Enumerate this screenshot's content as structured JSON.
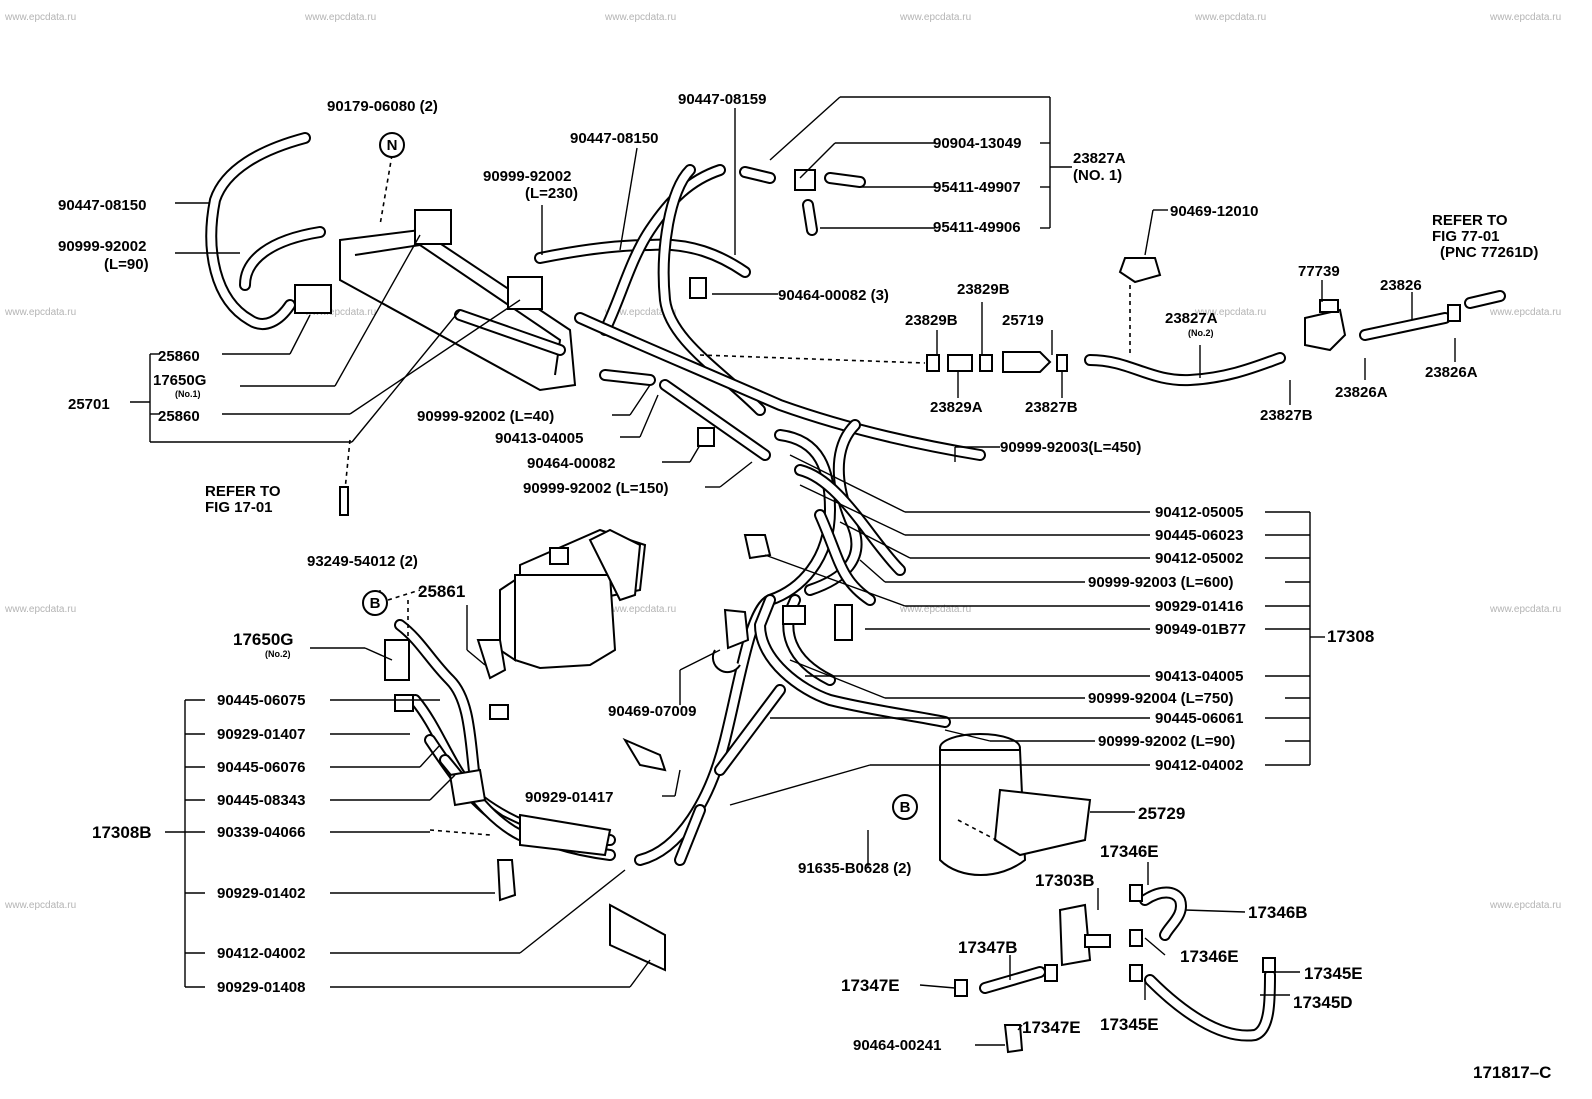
{
  "watermark": "www.epcdata.ru",
  "figure_code": "171817–C",
  "refer_to_1": {
    "line1": "REFER TO",
    "line2": "FIG 17-01"
  },
  "refer_to_2": {
    "line1": "REFER TO",
    "line2": "FIG 77-01",
    "line3": "(PNC 77261D)"
  },
  "circle_labels": {
    "n": "N",
    "b1": "B",
    "b2": "B"
  },
  "labels": {
    "p90179": "90179-06080 (2)",
    "p90447_08150_a": "90447-08150",
    "p90999_92002_l90_a": "90999-92002",
    "p90999_92002_l90_a_len": "(L=90)",
    "p25860_a": "25860",
    "p17650g_1": "17650G",
    "p17650g_1_sub": "(No.1)",
    "p25701": "25701",
    "p25860_b": "25860",
    "p90447_08159": "90447-08159",
    "p90447_08150_b": "90447-08150",
    "p90999_92002_l230": "90999-92002",
    "p90999_92002_l230_len": "(L=230)",
    "p90904": "90904-13049",
    "p95411_49907": "95411-49907",
    "p95411_49906": "95411-49906",
    "p23827a_no1": "23827A",
    "p23827a_no1_sub": "(NO. 1)",
    "p90464_00082_3": "90464-00082 (3)",
    "p90469_12010": "90469-12010",
    "p23829b_a": "23829B",
    "p23829b_b": "23829B",
    "p25719": "25719",
    "p23829a": "23829A",
    "p23827b_a": "23827B",
    "p23827a_no2": "23827A",
    "p23827a_no2_sub": "(No.2)",
    "p77739": "77739",
    "p23826": "23826",
    "p23826a_a": "23826A",
    "p23826a_b": "23826A",
    "p23827b_b": "23827B",
    "p90999_92002_l40": "90999-92002 (L=40)",
    "p90413_04005_a": "90413-04005",
    "p90464_00082": "90464-00082",
    "p90999_92002_l150": "90999-92002 (L=150)",
    "p90999_92003_l450": "90999-92003(L=450)",
    "p90412_05005": "90412-05005",
    "p90445_06023": "90445-06023",
    "p90412_05002": "90412-05002",
    "p90999_92003_l600": "90999-92003 (L=600)",
    "p90929_01416": "90929-01416",
    "p90949_01b77": "90949-01B77",
    "p17308": "17308",
    "p90413_04005_b": "90413-04005",
    "p90999_92004_l750": "90999-92004 (L=750)",
    "p90445_06061": "90445-06061",
    "p90999_92002_l90_b": "90999-92002 (L=90)",
    "p90412_04002_a": "90412-04002",
    "p93249": "93249-54012 (2)",
    "p25861": "25861",
    "p17650g_2": "17650G",
    "p17650g_2_sub": "(No.2)",
    "p90445_06075": "90445-06075",
    "p90929_01407": "90929-01407",
    "p90445_06076": "90445-06076",
    "p90445_08343": "90445-08343",
    "p17308b": "17308B",
    "p90339_04066": "90339-04066",
    "p90929_01402": "90929-01402",
    "p90412_04002_b": "90412-04002",
    "p90929_01408": "90929-01408",
    "p90469_07009": "90469-07009",
    "p90929_01417": "90929-01417",
    "p25729": "25729",
    "p91635": "91635-B0628 (2)",
    "p17346e_a": "17346E",
    "p17303b": "17303B",
    "p17346b": "17346B",
    "p17346e_b": "17346E",
    "p17347b": "17347B",
    "p17347e_a": "17347E",
    "p17345e_a": "17345E",
    "p17345d": "17345D",
    "p17347e_b": "17347E",
    "p17345e_b": "17345E",
    "p90464_00241": "90464-00241"
  }
}
